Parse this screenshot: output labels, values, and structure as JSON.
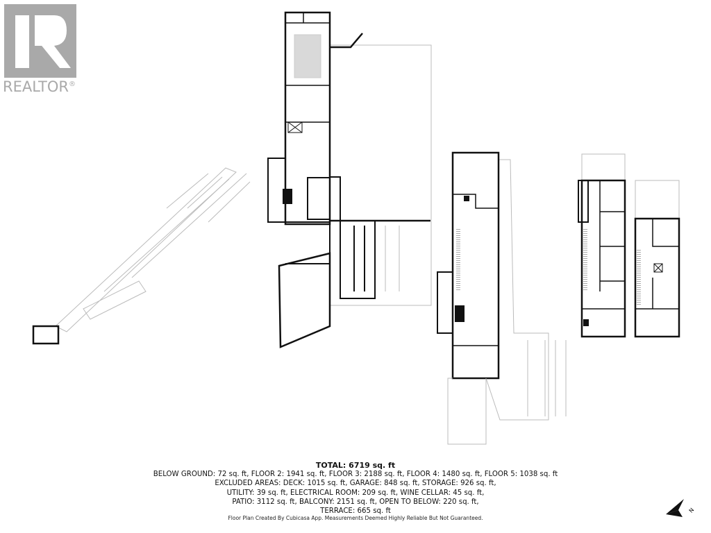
{
  "logo": {
    "text": "REALTOR",
    "mark": "®",
    "color": "#a9a9a9"
  },
  "summary": {
    "total": "TOTAL: 6719 sq. ft",
    "lines": [
      "BELOW GROUND: 72 sq. ft, FLOOR 2: 1941 sq. ft, FLOOR 3: 2188 sq. ft, FLOOR 4: 1480 sq. ft, FLOOR 5: 1038 sq. ft",
      "EXCLUDED AREAS: DECK: 1015 sq. ft, GARAGE: 848 sq. ft, STORAGE: 926 sq. ft,",
      "UTILITY: 39 sq. ft, ELECTRICAL ROOM: 209 sq. ft, WINE CELLAR: 45 sq. ft,",
      "PATIO: 3112 sq. ft, BALCONY: 2151 sq. ft, OPEN TO BELOW: 220 sq. ft,",
      "TERRACE: 665 sq. ft"
    ]
  },
  "disclaimer": "Floor Plan Created By Cubicasa App. Measurements Deemed Highly Reliable But Not Guaranteed.",
  "compass": {
    "label": "N",
    "icon": "north-arrow-icon"
  },
  "colors": {
    "wall": "#111111",
    "outline": "#bbbbbb",
    "pool": "#d9d9d9"
  }
}
